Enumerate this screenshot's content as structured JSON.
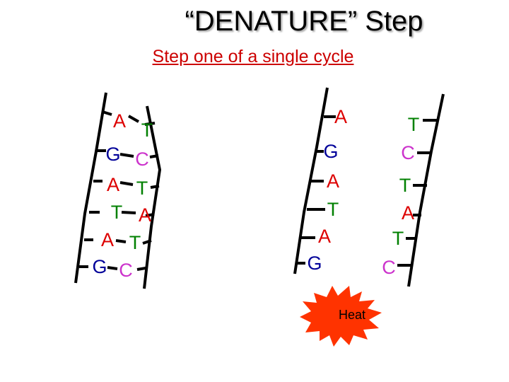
{
  "title": "“DENATURE” Step",
  "subtitle": "Step one of a single cycle",
  "base_colors": {
    "A": "#dd0000",
    "T": "#008000",
    "G": "#000099",
    "C": "#cc33cc"
  },
  "double_strand": {
    "pairs": [
      [
        "A",
        "T"
      ],
      [
        "G",
        "C"
      ],
      [
        "A",
        "T"
      ],
      [
        "T",
        "A"
      ],
      [
        "A",
        "T"
      ],
      [
        "G",
        "C"
      ]
    ]
  },
  "separated_strands": {
    "left_bases": [
      "A",
      "G",
      "A",
      "T",
      "A",
      "G"
    ],
    "right_bases": [
      "T",
      "C",
      "T",
      "A",
      "T",
      "C"
    ]
  },
  "heat": {
    "label": "Heat",
    "fill": "#ff3300"
  },
  "backbone_color": "#000000"
}
